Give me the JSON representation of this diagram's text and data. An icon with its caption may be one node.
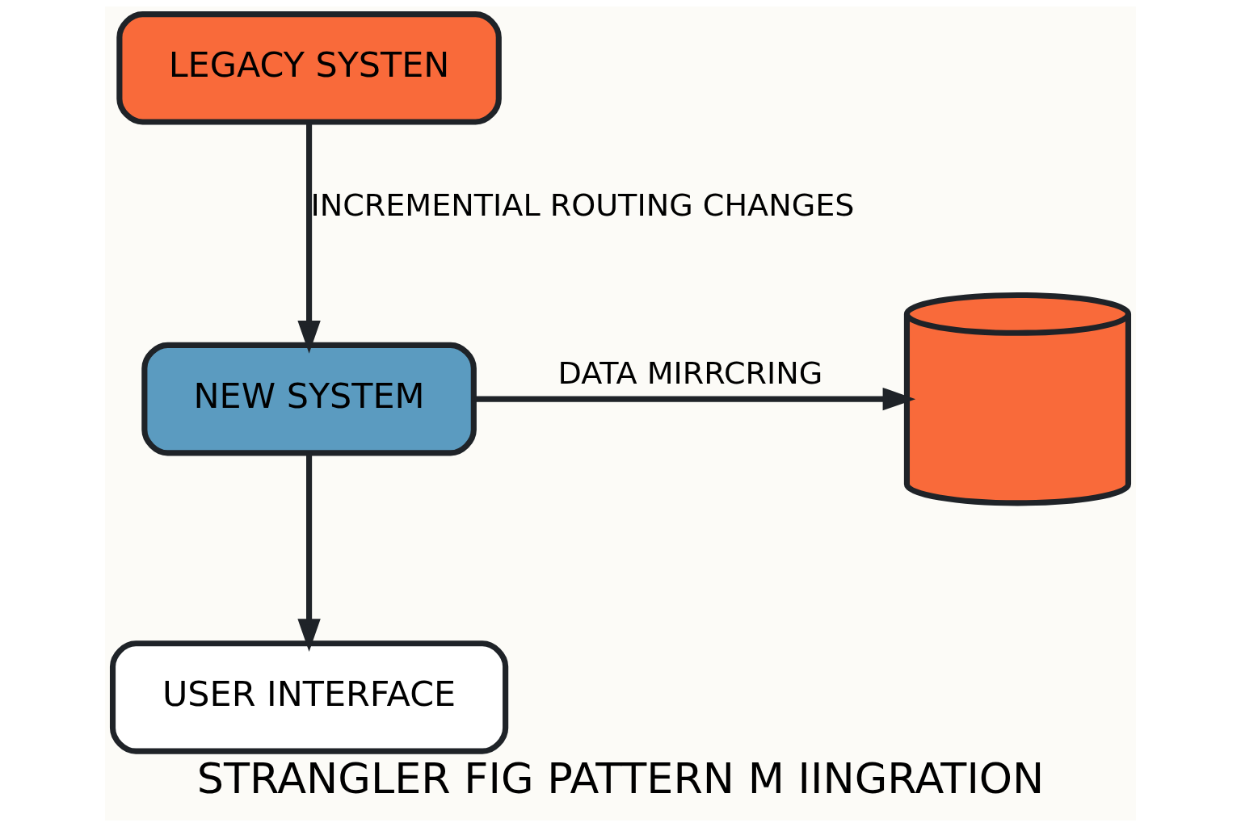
{
  "diagram": {
    "caption": "STRANGLER FIG PATTERN M IINGRATION",
    "nodes": [
      {
        "text": [
          "LEGACY SYSTEN"
        ]
      },
      {
        "text": [
          "NEW SYSTEM"
        ]
      },
      {
        "text": [],
        "shape": "cylinder"
      },
      {
        "text": [
          "USER INTERFACE"
        ]
      }
    ],
    "edges": [
      {
        "from": 0,
        "to": 1,
        "arrow": "to",
        "label": "INCREMENTIAL ROUTING CHANGES"
      },
      {
        "from": 1,
        "to": 2,
        "arrow": "to",
        "label": "DATA MIRRCRING"
      },
      {
        "from": 1,
        "to": 3,
        "arrow": "to"
      }
    ]
  }
}
